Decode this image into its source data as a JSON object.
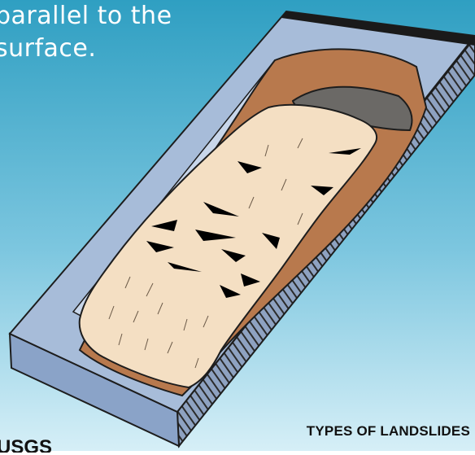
{
  "caption": {
    "line1": "parallel to the",
    "line2": "surface."
  },
  "footer_label": "TYPES OF LANDSLIDES",
  "footer_fragment": "USGS",
  "colors": {
    "background_top": "#3aa6c6",
    "background_bottom": "#c9e9f4",
    "trough_top": "#9fb6d6",
    "trough_side": "#6f88b2",
    "trough_front": "#8aa3c8",
    "bedrock_brown": "#b97a4e",
    "gray_scarp": "#6b6966",
    "sliding_mass": "#f4dfc3",
    "crack": "#000000"
  }
}
